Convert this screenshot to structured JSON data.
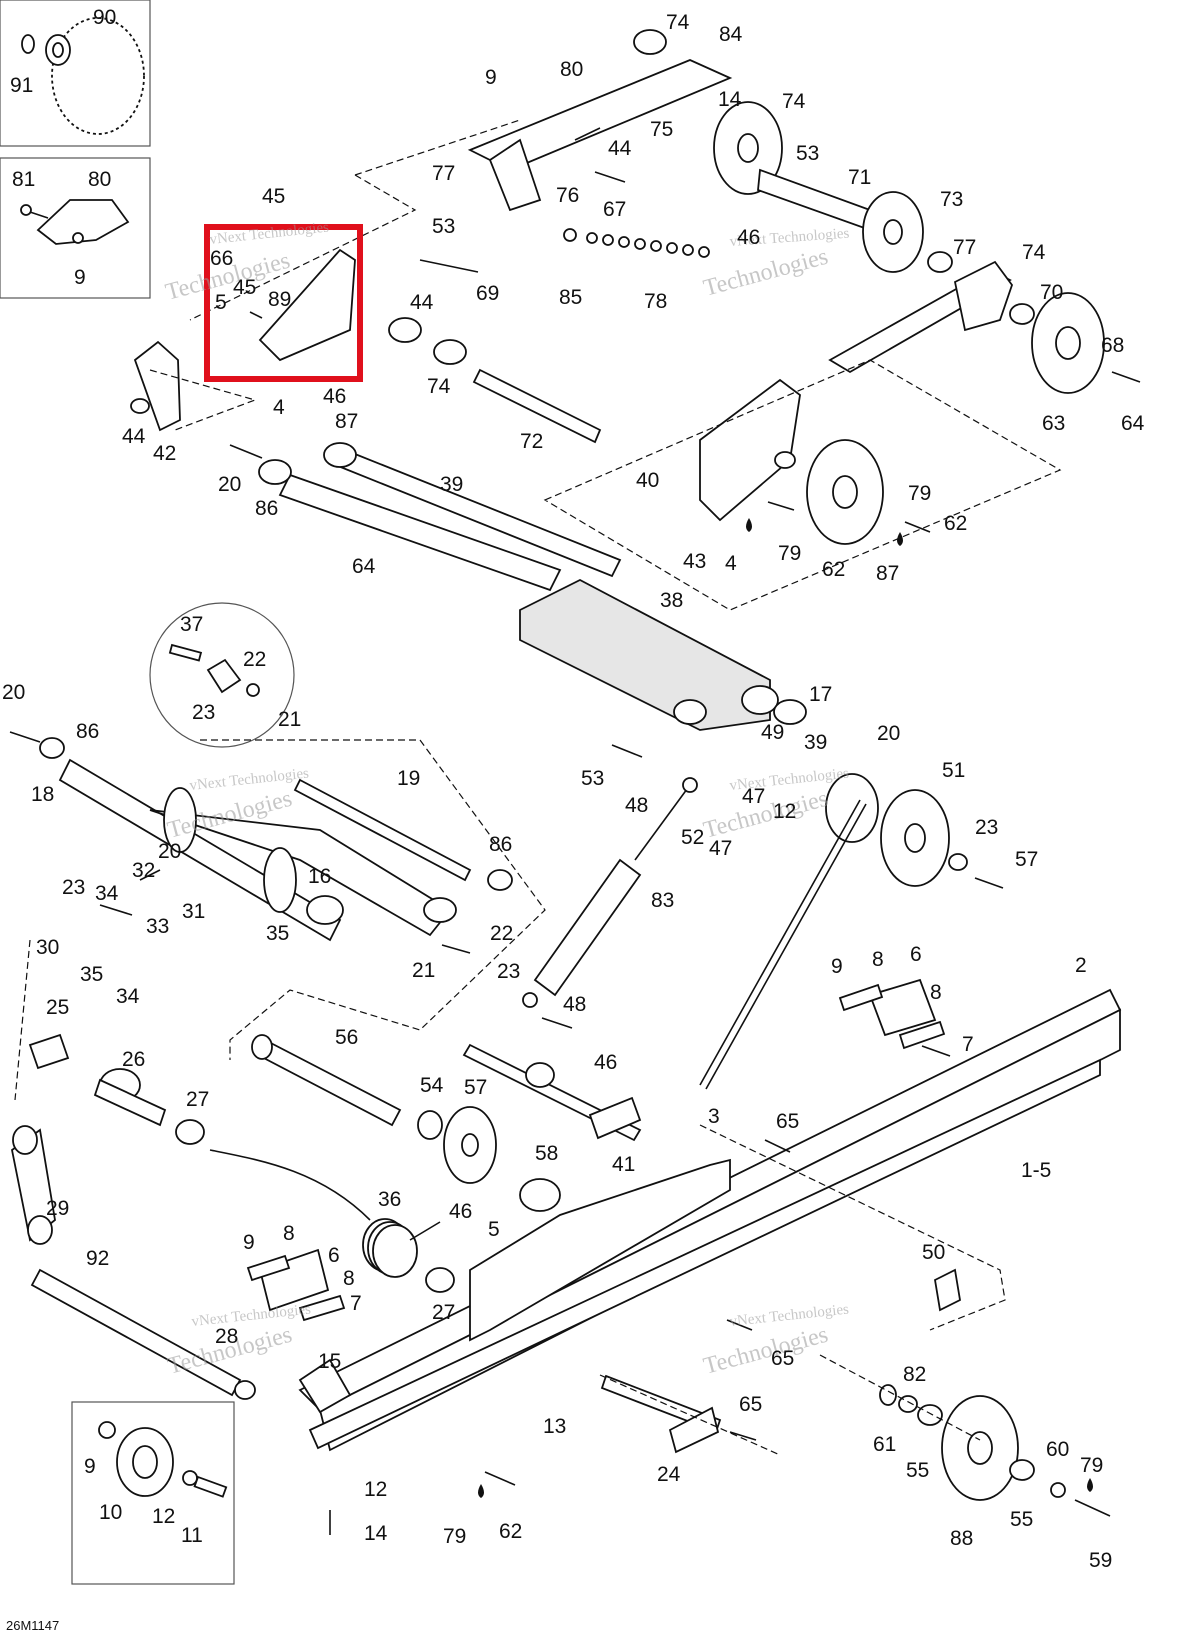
{
  "diagram": {
    "code": "26M1147",
    "watermark_line1": "vNext Technologies",
    "watermark_line2": "Technologies",
    "highlight_color": "#e0101c",
    "callouts": [
      "90",
      "91",
      "81",
      "80",
      "9",
      "45",
      "66",
      "5",
      "45",
      "89",
      "4",
      "46",
      "44",
      "42",
      "74",
      "84",
      "80",
      "9",
      "75",
      "77",
      "44",
      "76",
      "67",
      "14",
      "74",
      "53",
      "71",
      "73",
      "53",
      "69",
      "44",
      "46",
      "77",
      "74",
      "85",
      "78",
      "70",
      "74",
      "72",
      "68",
      "64",
      "63",
      "87",
      "20",
      "86",
      "39",
      "40",
      "43",
      "4",
      "79",
      "62",
      "87",
      "79",
      "62",
      "64",
      "38",
      "37",
      "22",
      "23",
      "21",
      "20",
      "86",
      "18",
      "19",
      "17",
      "39",
      "20",
      "49",
      "51",
      "53",
      "48",
      "47",
      "12",
      "52",
      "47",
      "23",
      "57",
      "86",
      "20",
      "32",
      "31",
      "23",
      "34",
      "30",
      "35",
      "33",
      "34",
      "35",
      "16",
      "21",
      "22",
      "83",
      "9",
      "8",
      "6",
      "2",
      "8",
      "25",
      "23",
      "48",
      "7",
      "56",
      "26",
      "46",
      "54",
      "57",
      "3",
      "65",
      "27",
      "58",
      "41",
      "1-5",
      "36",
      "46",
      "5",
      "29",
      "92",
      "9",
      "8",
      "6",
      "8",
      "50",
      "7",
      "28",
      "27",
      "15",
      "65",
      "82",
      "13",
      "65",
      "61",
      "55",
      "24",
      "60",
      "79",
      "9",
      "10",
      "12",
      "11",
      "12",
      "14",
      "79",
      "62",
      "88",
      "55",
      "59"
    ]
  }
}
